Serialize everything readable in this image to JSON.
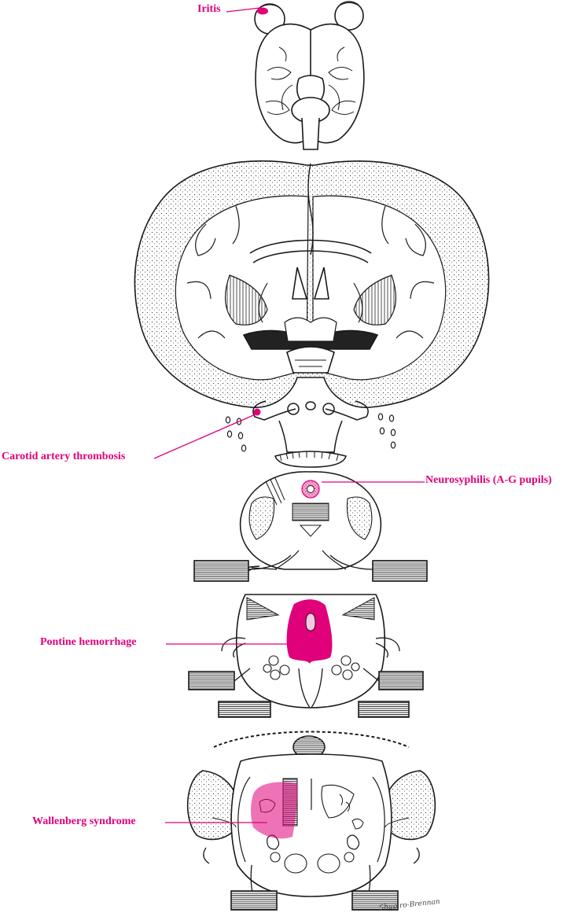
{
  "colors": {
    "accent": "#e0007a",
    "ink": "#1a1a1a",
    "lesion": "#e0007a"
  },
  "labels": {
    "iritis": "Iritis",
    "carotid": "Carotid artery thrombosis",
    "neurosyphilis": "Neurosyphilis (A-G pupils)",
    "pontine": "Pontine hemorrhage",
    "wallenberg": "Wallenberg syndrome"
  },
  "signature": "Shapiro-Brennan"
}
